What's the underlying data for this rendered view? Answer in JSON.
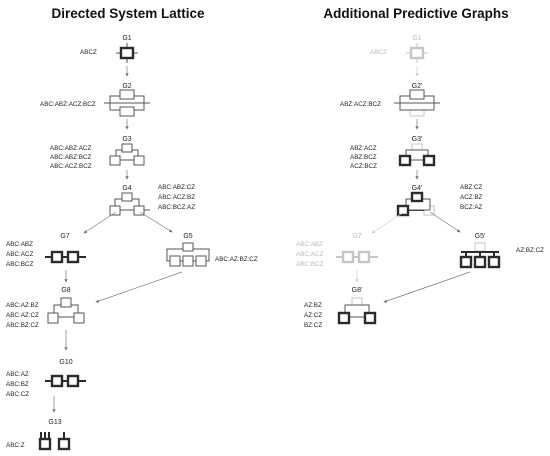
{
  "left": {
    "title": "Directed System Lattice",
    "g1": {
      "name": "G1",
      "labels": [
        "ABCZ"
      ]
    },
    "g2": {
      "name": "G2",
      "labels": [
        "ABC:ABZ:ACZ:BCZ"
      ]
    },
    "g3": {
      "name": "G3",
      "labels": [
        "ABC:ABZ:ACZ",
        "ABC:ABZ:BCZ",
        "ABC:ACZ:BCZ"
      ]
    },
    "g4": {
      "name": "G4",
      "labels": [
        "ABC:ABZ:CZ",
        "ABC:ACZ:BZ",
        "ABC:BCZ:AZ"
      ]
    },
    "g7": {
      "name": "G7",
      "labels": [
        "ABC:ABZ",
        "ABC:ACZ",
        "ABC:BCZ"
      ]
    },
    "g5": {
      "name": "G5",
      "labels": [
        "ABC:AZ:BZ:CZ"
      ]
    },
    "g8": {
      "name": "G8",
      "labels": [
        "ABC:AZ:BZ",
        "ABC:AZ:CZ",
        "ABC:BZ:CZ"
      ]
    },
    "g10": {
      "name": "G10",
      "labels": [
        "ABC:AZ",
        "ABC:BZ",
        "ABC:CZ"
      ]
    },
    "g13": {
      "name": "G13",
      "labels": [
        "ABC:Z"
      ]
    }
  },
  "right": {
    "title": "Additional Predictive Graphs",
    "g1": {
      "name": "G1",
      "labels": [
        "ABCZ"
      ]
    },
    "g2p": {
      "name": "G2'",
      "labels": [
        "ABZ:ACZ:BCZ"
      ]
    },
    "g3p": {
      "name": "G3'",
      "labels": [
        "ABZ:ACZ",
        "ABZ:BCZ",
        "ACZ:BCZ"
      ]
    },
    "g4p": {
      "name": "G4'",
      "labels": [
        "ABZ:CZ",
        "ACZ:BZ",
        "BCZ:AZ"
      ]
    },
    "g7": {
      "name": "G7",
      "labels": [
        "ABC:ABZ",
        "ABC:ACZ",
        "ABC:BCZ"
      ]
    },
    "g5p": {
      "name": "G5'",
      "labels": [
        "AZ:BZ:CZ"
      ]
    },
    "g8p": {
      "name": "G8'",
      "labels": [
        "AZ:BZ",
        "AZ:CZ",
        "BZ:CZ"
      ]
    }
  },
  "colors": {
    "dark": "#2b2b2b",
    "mid": "#555555",
    "faded": "#c6c6c6",
    "arrow": "#7a7a7a"
  }
}
